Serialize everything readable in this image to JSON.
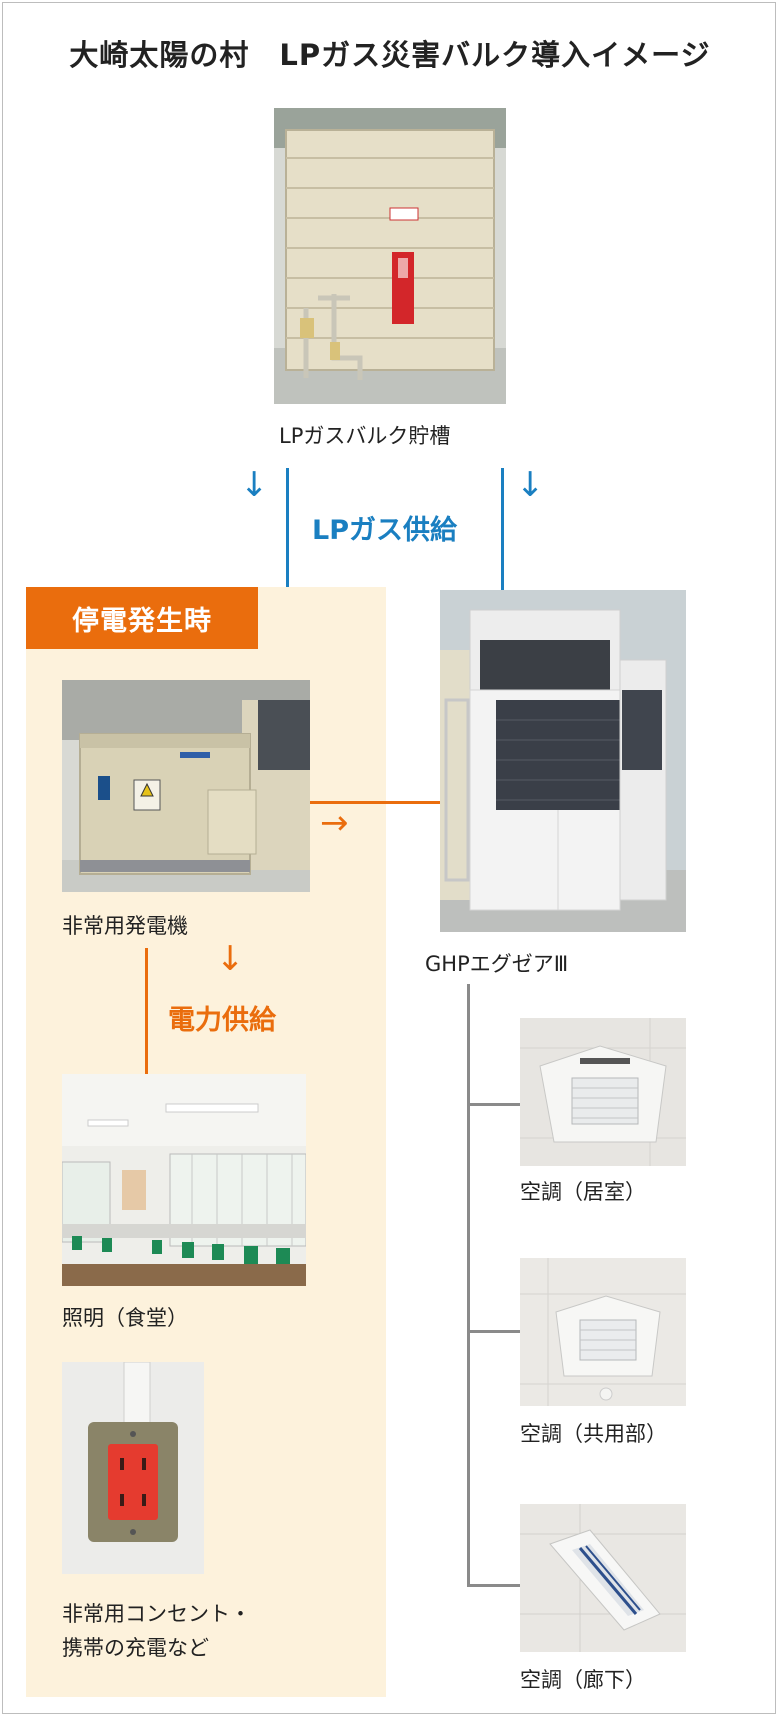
{
  "title": "大崎太陽の村　LPガス災害バルク導入イメージ",
  "bulk_tank_label": "LPガスバルク貯槽",
  "lp_supply_label": "LPガス供給",
  "outage_badge": "停電発生時",
  "generator_label": "非常用発電機",
  "power_supply_label": "電力供給",
  "lighting_label": "照明（食堂）",
  "outlet_label_line1": "非常用コンセント・",
  "outlet_label_line2": "携帯の充電など",
  "ghp_label": "GHPエグゼアⅢ",
  "ac_room_label": "空調（居室）",
  "ac_common_label": "空調（共用部）",
  "ac_corridor_label": "空調（廊下）",
  "colors": {
    "blue": "#1a7fc1",
    "orange": "#ea6d0d",
    "outage_bg": "#fdf2dc",
    "gray_line": "#8a8a8a"
  }
}
